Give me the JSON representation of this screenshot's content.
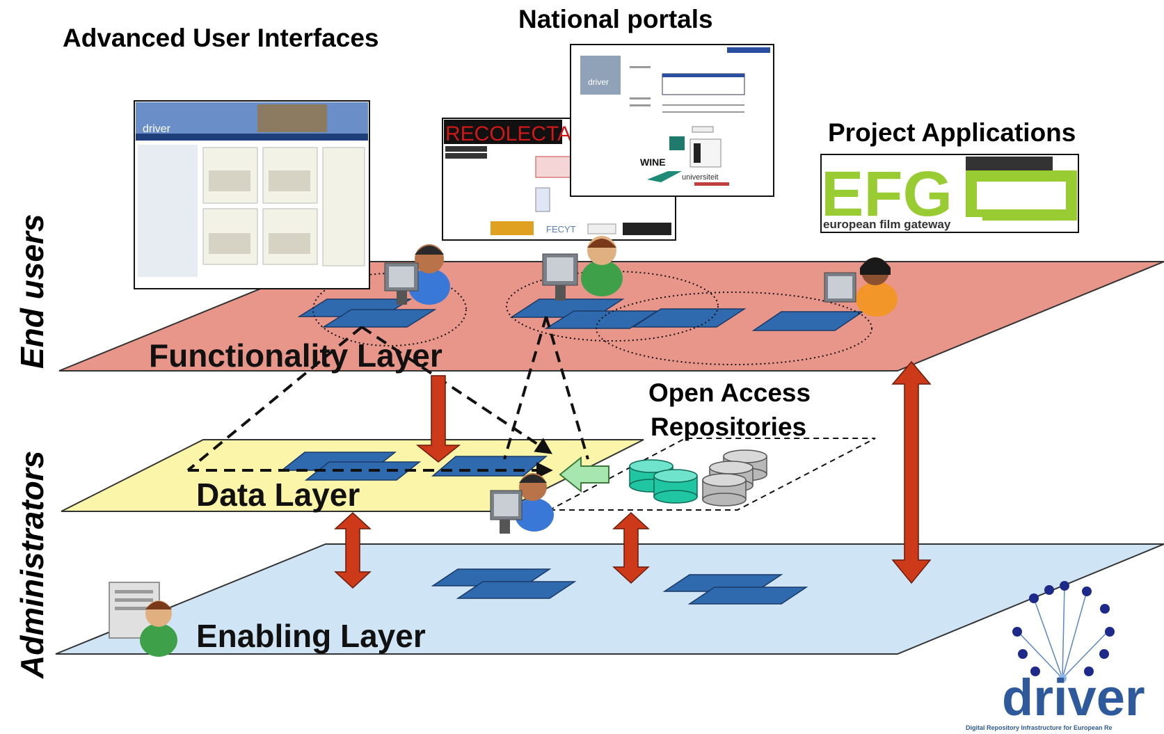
{
  "headers": {
    "advanced_ui": "Advanced User Interfaces",
    "national_portals": "National portals",
    "project_apps": "Project Applications",
    "open_access": "Open Access",
    "repositories": "Repositories"
  },
  "layers": {
    "functionality": "Functionality Layer",
    "data": "Data Layer",
    "enabling": "Enabling Layer"
  },
  "side_labels": {
    "end_users": "End users",
    "administrators": "Administrators"
  },
  "screens": {
    "driver_ui_logo": "driver",
    "recolecta_title": "RECOLECTA",
    "recolecta_footer_1": "FECYT",
    "portal_logo": "driver",
    "portal_wine": "WINE",
    "portal_uni": "universiteit"
  },
  "efg": {
    "big": "EFG",
    "sub": "european film gateway"
  },
  "driver_logo": {
    "word": "driver",
    "tagline": "Digital Repository Infrastructure for European Re"
  },
  "colors": {
    "functionality_layer": "#E8958A",
    "data_layer": "#FAF5A8",
    "enabling_layer": "#CFE5F5",
    "service_tile": "#2F6AAE",
    "arrow": "#CC3A1A",
    "repo_teal": "#20C5A2",
    "repo_grey": "#B8B8B8",
    "efg_green": "#99CC33",
    "driver_blue": "#2E5A9C"
  }
}
